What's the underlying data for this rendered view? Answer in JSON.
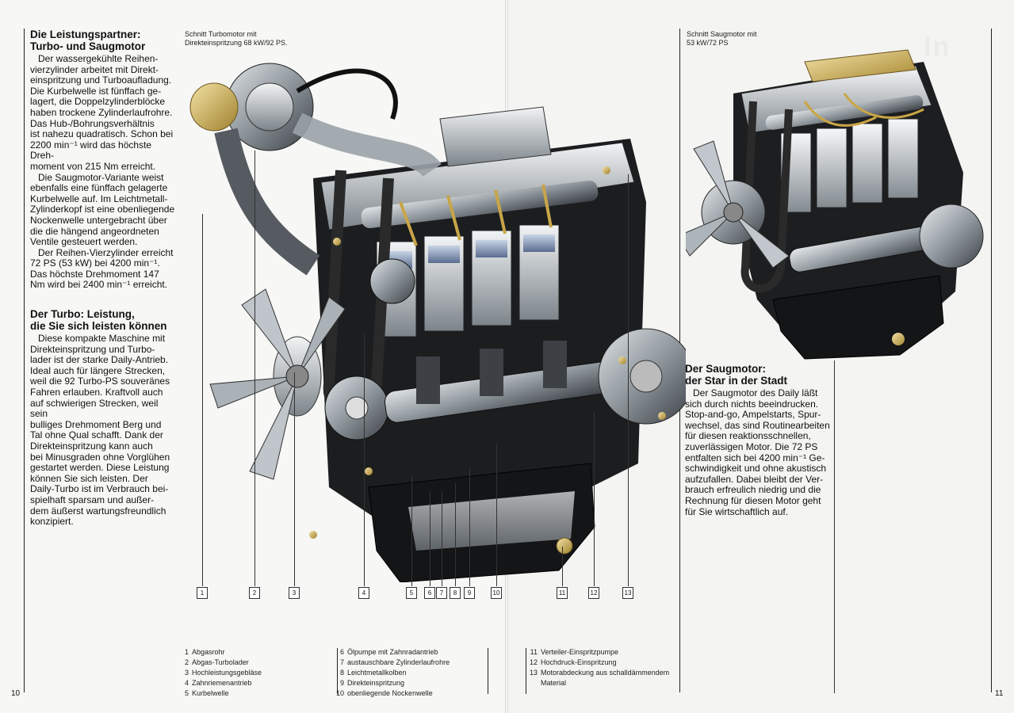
{
  "left_page": {
    "section1": {
      "heading_line1": "Die Leistungspartner:",
      "heading_line2": "Turbo- und Saugmotor",
      "lines": [
        "Der wassergekühlte Reihen-",
        "vierzylinder arbeitet mit Direkt-",
        "einspritzung und Turboaufladung.",
        "Die Kurbelwelle ist fünffach ge-",
        "lagert, die Doppelzylinderblöcke",
        "haben trockene Zylinderlaufrohre.",
        "Das Hub-/Bohrungsverhältnis",
        "ist nahezu quadratisch. Schon bei",
        "2200 min⁻¹ wird das höchste Dreh-",
        "moment von 215 Nm erreicht.",
        "Die Saugmotor-Variante weist",
        "ebenfalls eine fünffach gelagerte",
        "Kurbelwelle auf. Im Leichtmetall-",
        "Zylinderkopf ist eine obenliegende",
        "Nockenwelle untergebracht über",
        "die die hängend angeordneten",
        "Ventile gesteuert werden.",
        "Der Reihen-Vierzylinder erreicht",
        "72 PS (53 kW) bei 4200 min⁻¹.",
        "Das höchste Drehmoment 147",
        "Nm wird bei 2400 min⁻¹ erreicht."
      ]
    },
    "section2": {
      "heading_line1": "Der Turbo: Leistung,",
      "heading_line2": "die Sie sich leisten können",
      "lines": [
        "Diese kompakte Maschine mit",
        "Direkteinspritzung und Turbo-",
        "lader ist der starke Daily-Antrieb.",
        "Ideal auch für längere Strecken,",
        "weil die 92 Turbo-PS souveränes",
        "Fahren erlauben. Kraftvoll auch",
        "auf schwierigen Strecken, weil sein",
        "bulliges Drehmoment Berg und",
        "Tal ohne Qual schafft. Dank der",
        "Direkteinspritzung kann auch",
        "bei Minusgraden ohne Vorglühen",
        "gestartet werden. Diese Leistung",
        "können Sie sich leisten. Der",
        "Daily-Turbo ist im Verbrauch bei-",
        "spielhaft sparsam und außer-",
        "dem äußerst wartungsfreundlich",
        "konzipiert."
      ]
    },
    "caption_line1": "Schnitt Turbomotor mit",
    "caption_line2": "Direkteinspritzung 68 kW/92 PS.",
    "page_number": "10"
  },
  "right_page": {
    "caption_line1": "Schnitt Saugmotor mit",
    "caption_line2": "53 kW/72 PS",
    "section3": {
      "heading_line1": "Der Saugmotor:",
      "heading_line2": "der Star in der Stadt",
      "lines": [
        "Der Saugmotor des Daily läßt",
        "sich durch nichts beeindrucken.",
        "Stop-and-go, Ampelstarts, Spur-",
        "wechsel, das sind Routinearbeiten",
        "für diesen reaktionsschnellen,",
        "zuverlässigen Motor. Die 72 PS",
        "entfalten sich bei 4200 min⁻¹ Ge-",
        "schwindigkeit und ohne akustisch",
        "aufzufallen. Dabei bleibt der Ver-",
        "brauch erfreulich niedrig und die",
        "Rechnung für diesen Motor geht",
        "für Sie wirtschaftlich auf."
      ]
    },
    "page_number": "11"
  },
  "callouts": [
    "1",
    "2",
    "3",
    "4",
    "5",
    "6",
    "7",
    "8",
    "9",
    "10",
    "11",
    "12",
    "13"
  ],
  "legend": {
    "col1": [
      {
        "n": "1",
        "t": "Abgasrohr"
      },
      {
        "n": "2",
        "t": "Abgas-Turbolader"
      },
      {
        "n": "3",
        "t": "Hochleistungsgebläse"
      },
      {
        "n": "4",
        "t": "Zahnriemenantrieb"
      },
      {
        "n": "5",
        "t": "Kurbelwelle"
      }
    ],
    "col2": [
      {
        "n": "6",
        "t": "Ölpumpe mit Zahnradantrieb"
      },
      {
        "n": "7",
        "t": "austauschbare Zylinderlaufrohre"
      },
      {
        "n": "8",
        "t": "Leichtmetallkolben"
      },
      {
        "n": "9",
        "t": "Direkteinspritzung"
      },
      {
        "n": "10",
        "t": "obenliegende Nockenwelle"
      }
    ],
    "col3": [
      {
        "n": "11",
        "t": "Verteiler-Einspritzpumpe"
      },
      {
        "n": "12",
        "t": "Hochdruck-Einspritzung"
      },
      {
        "n": "13",
        "t": "Motorabdeckung aus schalldämmendem"
      },
      {
        "n": "",
        "t": "Material"
      }
    ]
  }
}
